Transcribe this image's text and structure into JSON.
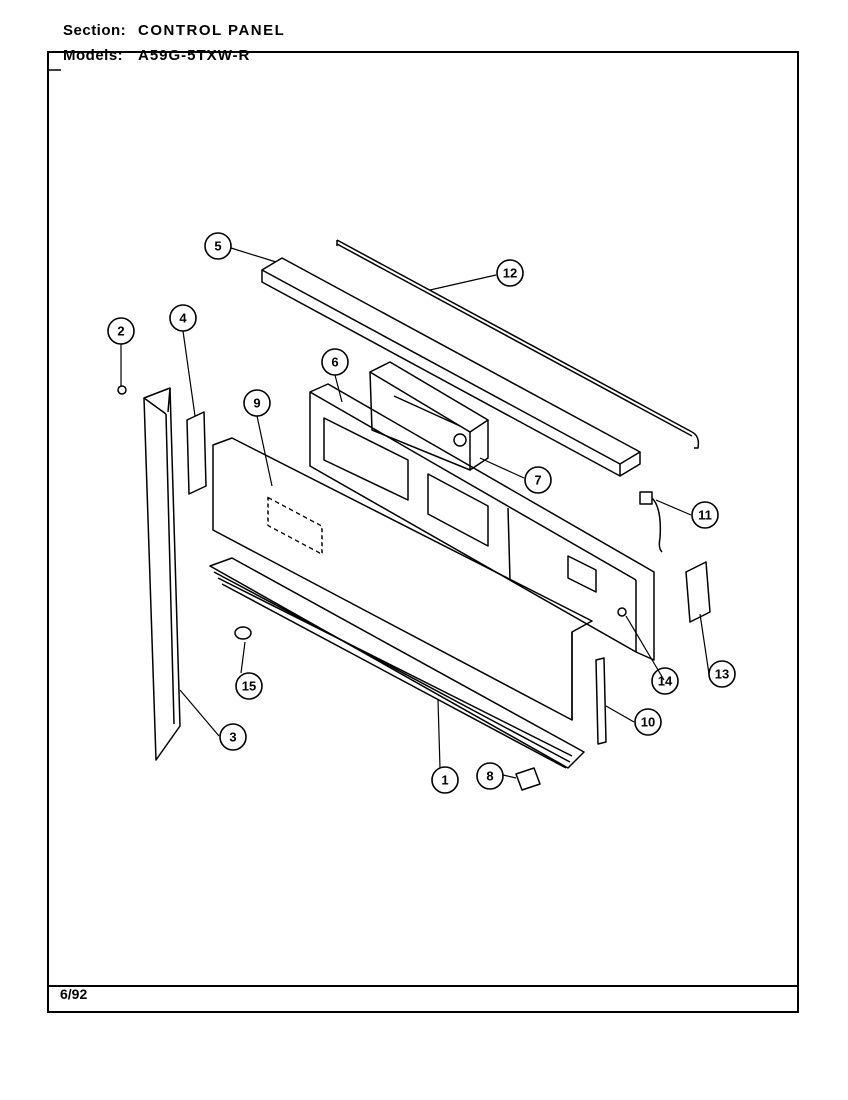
{
  "header": {
    "section_label": "Section:",
    "section_value": "CONTROL PANEL",
    "models_label": "Models:",
    "models_value": "A59G-5TXW-R"
  },
  "footer": {
    "date": "6/92"
  },
  "callouts": {
    "c1": "1",
    "c2": "2",
    "c3": "3",
    "c4": "4",
    "c5": "5",
    "c6": "6",
    "c7": "7",
    "c8": "8",
    "c9": "9",
    "c10": "10",
    "c11": "11",
    "c12": "12",
    "c13": "13",
    "c14": "14",
    "c15": "15"
  }
}
